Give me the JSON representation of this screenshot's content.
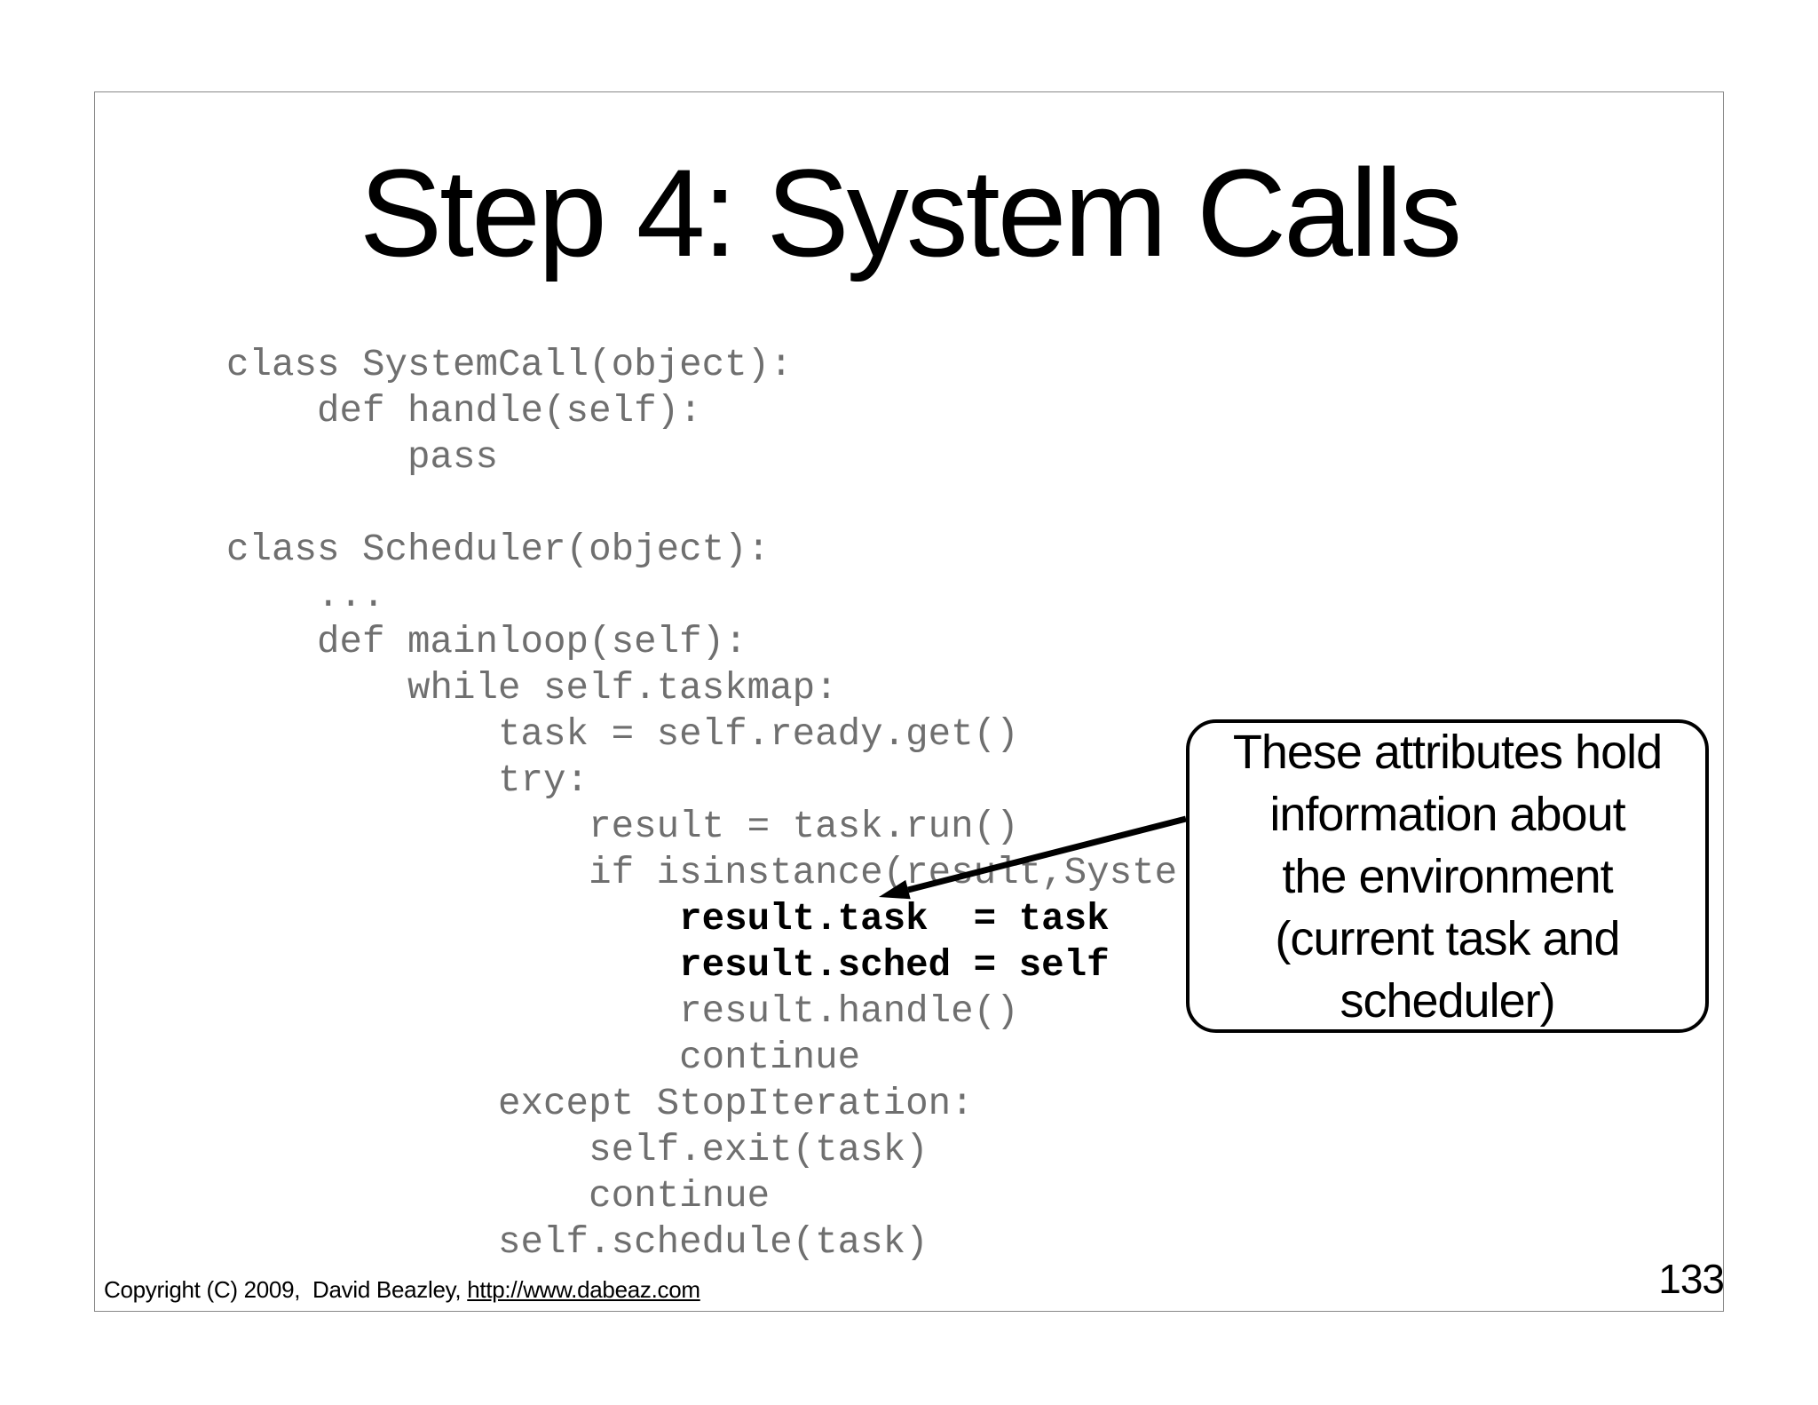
{
  "slide": {
    "title": "Step 4: System Calls",
    "page_number": "133",
    "footer": {
      "copyright": "Copyright (C) 2009,  David Beazley, ",
      "url": "http://www.dabeaz.com"
    },
    "code": {
      "lines": [
        {
          "text": "class SystemCall(object):",
          "bold": false
        },
        {
          "text": "    def handle(self):",
          "bold": false
        },
        {
          "text": "        pass",
          "bold": false
        },
        {
          "text": "",
          "bold": false
        },
        {
          "text": "class Scheduler(object):",
          "bold": false
        },
        {
          "text": "    ...",
          "bold": false
        },
        {
          "text": "    def mainloop(self):",
          "bold": false
        },
        {
          "text": "        while self.taskmap:",
          "bold": false
        },
        {
          "text": "            task = self.ready.get()",
          "bold": false
        },
        {
          "text": "            try:",
          "bold": false
        },
        {
          "text": "                result = task.run()",
          "bold": false
        },
        {
          "text": "                if isinstance(result,Syste",
          "bold": false
        },
        {
          "text": "                    result.task  = task",
          "bold": true
        },
        {
          "text": "                    result.sched = self",
          "bold": true
        },
        {
          "text": "                    result.handle()",
          "bold": false
        },
        {
          "text": "                    continue",
          "bold": false
        },
        {
          "text": "            except StopIteration:",
          "bold": false
        },
        {
          "text": "                self.exit(task)",
          "bold": false
        },
        {
          "text": "                continue",
          "bold": false
        },
        {
          "text": "            self.schedule(task)",
          "bold": false
        }
      ]
    },
    "callout": {
      "lines": [
        "These attributes hold",
        "information about",
        "the environment",
        "(current task and",
        "scheduler)"
      ]
    },
    "colors": {
      "code_gray": "#6f6f6f",
      "code_bold": "#000000",
      "slide_border": "#888888",
      "callout_border": "#000000"
    }
  }
}
